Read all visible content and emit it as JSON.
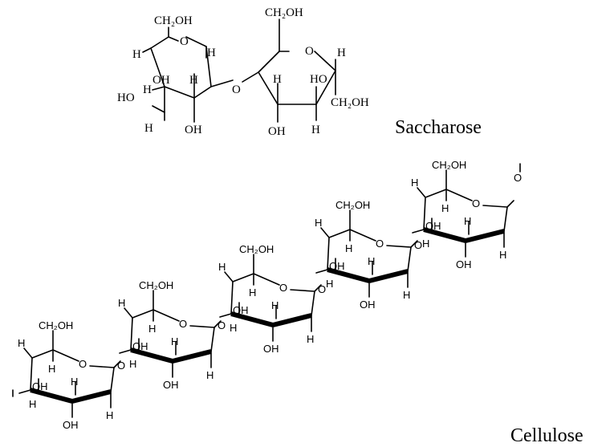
{
  "saccharose": {
    "label": "Saccharose",
    "glucose": {
      "ch2oh": "CH₂OH",
      "ring_o": "O",
      "h_anomeric": "H",
      "h_c5": "H",
      "h_c4": "H",
      "oh_c4": "OH",
      "h_c3": "H",
      "ho_c4": "HO",
      "h_bottom": "H",
      "oh_bottom": "OH"
    },
    "glycosidic_o": "O",
    "fructose": {
      "ch2oh_top": "CH₂OH",
      "ring_o": "O",
      "h_right": "H",
      "h_c3": "H",
      "ho_c4": "HO",
      "ch2oh_right": "CH₂OH",
      "oh_bottom": "OH",
      "h_bottom": "H"
    }
  },
  "cellulose": {
    "label": "Cellulose",
    "unit_labels": {
      "ch2oh": "CH₂OH",
      "ring_o": "O",
      "h": "H",
      "oh": "OH",
      "bridge_o": "O"
    }
  }
}
